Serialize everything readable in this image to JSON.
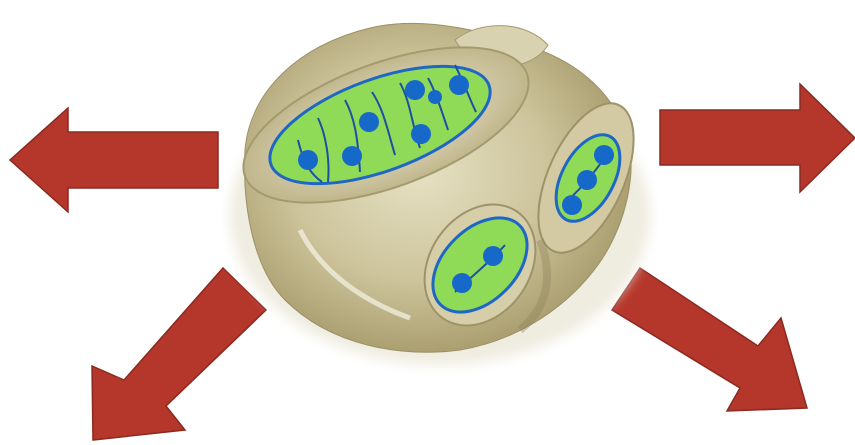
{
  "colors": {
    "background": "#ffffff",
    "arrow_fill": "#b5362a",
    "arrow_stroke": "#8a2a20",
    "vessel_tint": "#cfc7a0",
    "vessel_dark": "#8a7f55",
    "cell_fill": "#8fdb58",
    "cell_stroke": "#1f67c4",
    "dot_fill": "#1769c9"
  },
  "diagram": {
    "arrows": [
      {
        "id": "arrow-left",
        "direction": "left"
      },
      {
        "id": "arrow-right",
        "direction": "right"
      },
      {
        "id": "arrow-down-left",
        "direction": "down-left"
      },
      {
        "id": "arrow-down-right",
        "direction": "down-right"
      }
    ],
    "vessel": {
      "icon": "glass-flask-with-openings"
    },
    "cells": [
      {
        "id": "large-cell",
        "dot_count": 7
      },
      {
        "id": "right-cell",
        "dot_count": 3
      },
      {
        "id": "bottom-cell",
        "dot_count": 2
      }
    ]
  }
}
